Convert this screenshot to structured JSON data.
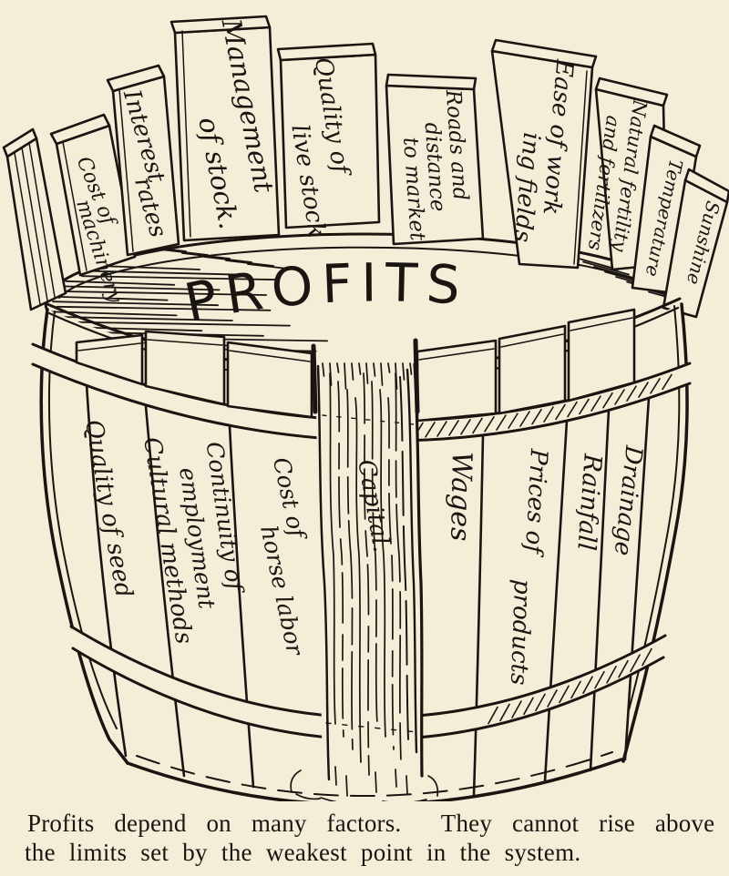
{
  "colors": {
    "paper": "#f4eed9",
    "ink": "#1a1511"
  },
  "barrel": {
    "top_label": "PROFITS",
    "upper_staves": [
      {
        "lines": [
          "Cost of",
          "machinery"
        ]
      },
      {
        "lines": [
          "Interest",
          "rates"
        ]
      },
      {
        "lines": [
          "Management",
          "of stock."
        ]
      },
      {
        "lines": [
          "Quality of",
          "live stock"
        ]
      },
      {
        "lines": [
          "Roads and",
          "distance",
          "to market"
        ]
      },
      {
        "lines": [
          "Ease of work",
          "ing fields"
        ]
      },
      {
        "lines": [
          "Natural fertility",
          "and fertilizers"
        ]
      },
      {
        "lines": [
          "Temperature"
        ]
      },
      {
        "lines": [
          "Sunshine"
        ]
      }
    ],
    "lower_staves": [
      {
        "lines": [
          "Quality of seed"
        ]
      },
      {
        "lines": [
          "Cultural methods"
        ]
      },
      {
        "lines": [
          "Continuity of",
          "employment"
        ]
      },
      {
        "lines": [
          "Cost of",
          "horse labor"
        ]
      },
      {
        "lines": [
          "Capital."
        ]
      },
      {
        "lines": [
          "Wages"
        ]
      },
      {
        "lines": [
          "Prices of",
          "products"
        ]
      },
      {
        "lines": [
          "Rainfall"
        ]
      },
      {
        "lines": [
          "Drainage"
        ]
      }
    ]
  },
  "caption": {
    "line1": "Profits depend on many factors.  They cannot rise above",
    "line2": "the limits set by the weakest point in the system."
  }
}
